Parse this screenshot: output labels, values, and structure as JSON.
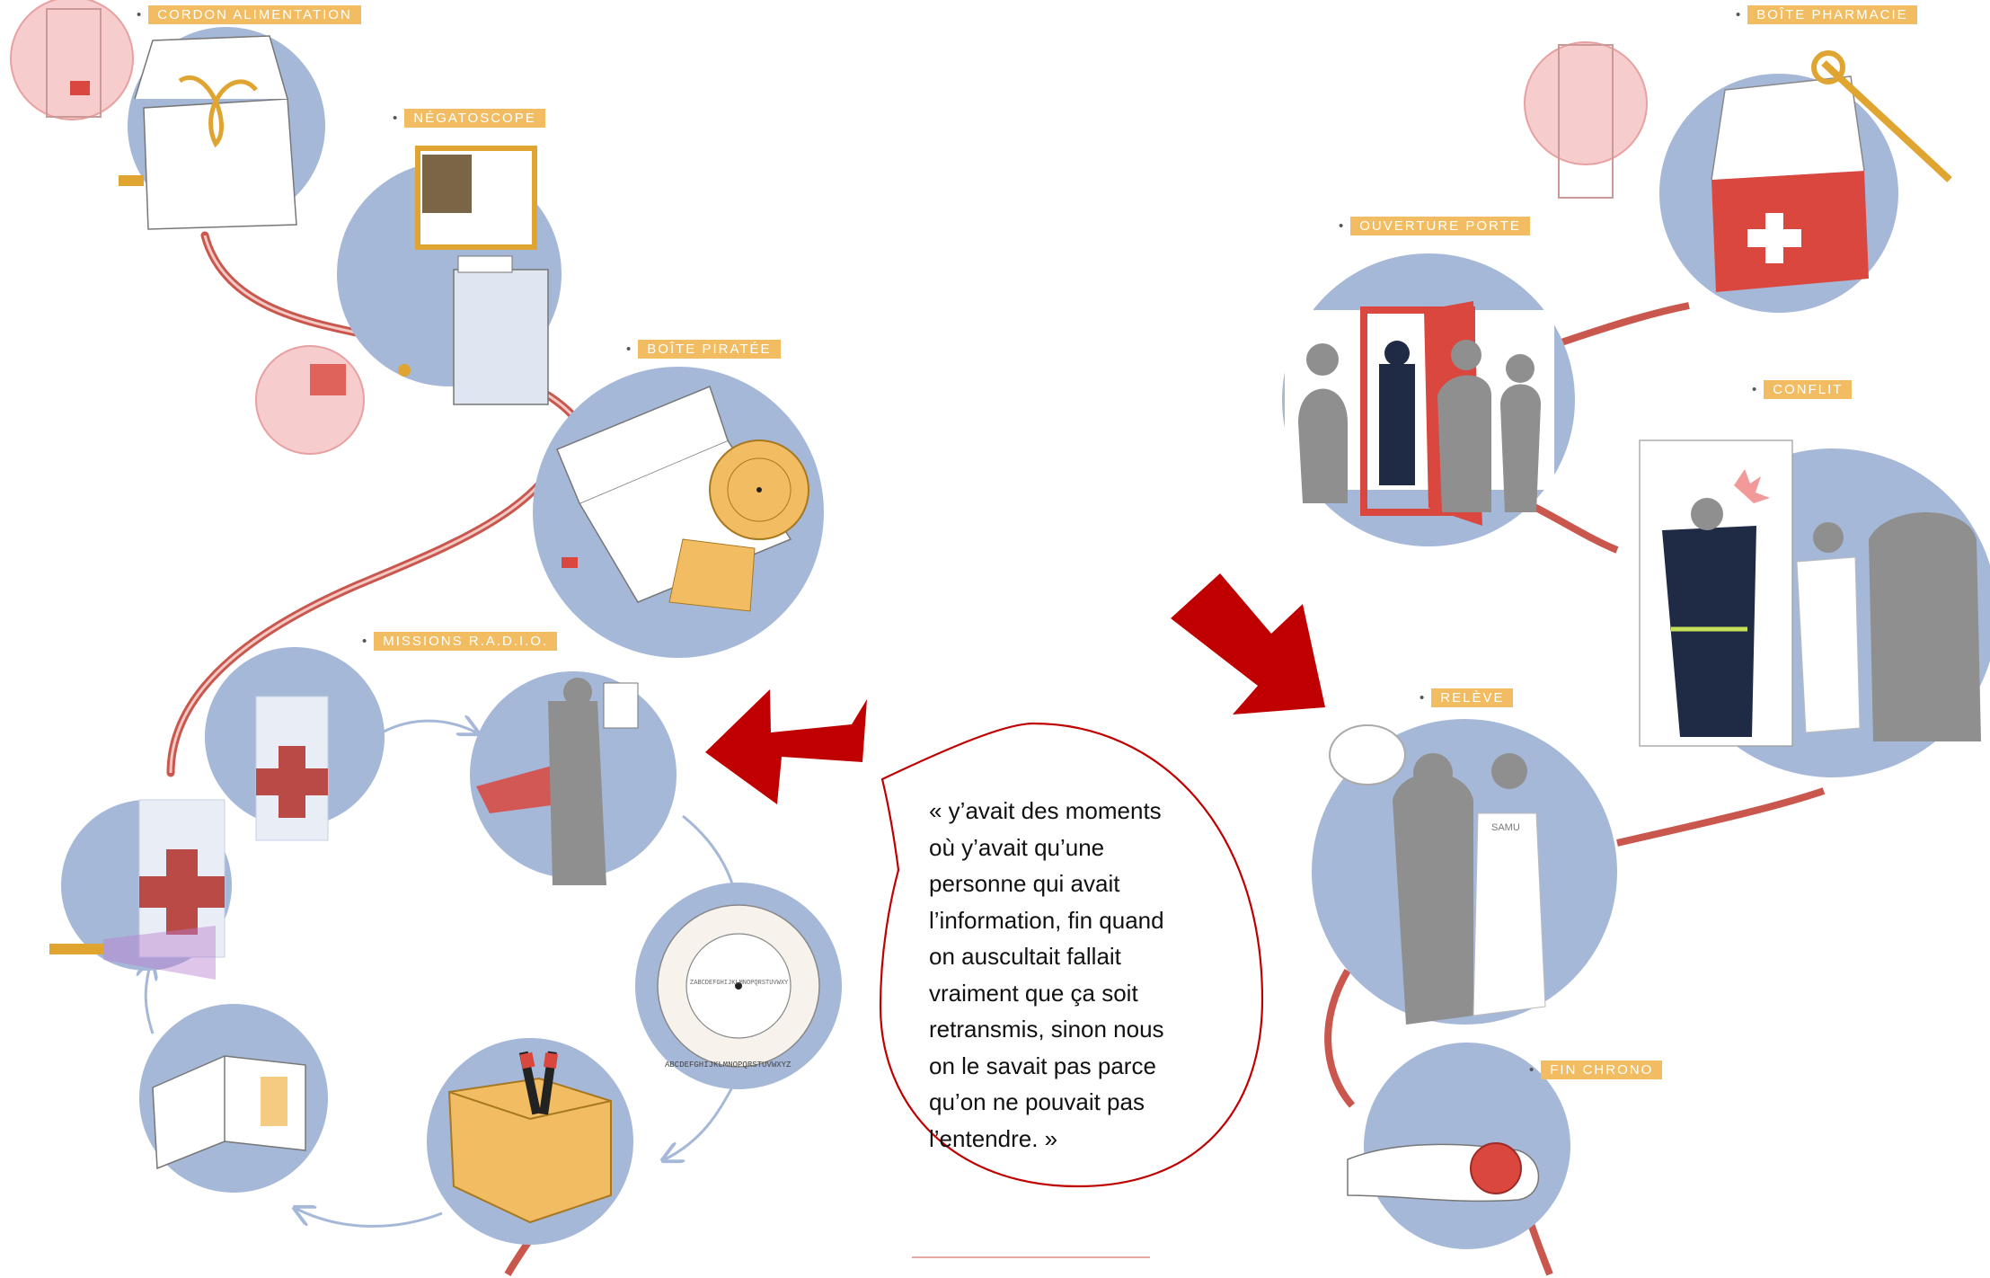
{
  "labels": {
    "cordon": "Cordon alimentation",
    "negatoscope": "Négatoscope",
    "boite": "Boîte piratée",
    "missions": "Missions R.A.D.I.O.",
    "pharmacie": "Boîte pharmacie",
    "ouverture": "Ouverture porte",
    "conflit": "Conflit",
    "releve": "Relève",
    "chrono": "Fin chrono"
  },
  "illustration_text": {
    "cipher_inner": "ZABCDEFGHIJKLMNOPQRSTUVWXY",
    "cipher_outer": "ABCDEFGHIJKLMNOPQRSTUVWXYZ",
    "samu": "SAMU"
  },
  "quote": {
    "lines": [
      "« y’avait des moments",
      "où y’avait qu’une",
      "personne qui avait",
      "l’information, fin quand",
      "on auscultait fallait",
      "vraiment que ça soit",
      "retransmis, sinon nous",
      "on le savait pas parce",
      "qu’on ne pouvait pas",
      "l’entendre. »"
    ]
  },
  "colors": {
    "circle": "#a6b8d8",
    "circle_pink": "#f6cccc",
    "path_red": "#c9574e",
    "arrow_red": "#c00000",
    "accent_orange": "#f2bd62",
    "silhouette": "#8f8f8f",
    "firefighter": "#1f2a44",
    "reflective": "#c6e05a",
    "door_red": "#d9473f"
  }
}
